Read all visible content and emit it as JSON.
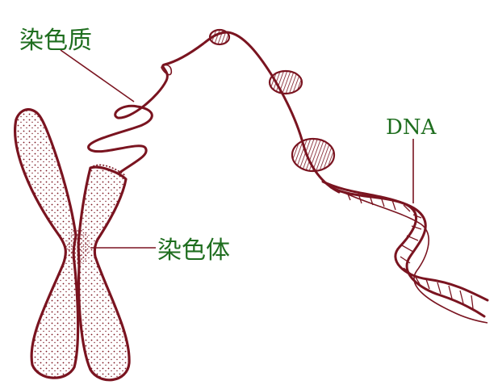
{
  "labels": {
    "chromatin": "染色质",
    "chromosome": "染色体",
    "dna": "DNA"
  },
  "colors": {
    "label_text": "#1f6e1f",
    "structure": "#7a1420",
    "background": "#ffffff"
  }
}
